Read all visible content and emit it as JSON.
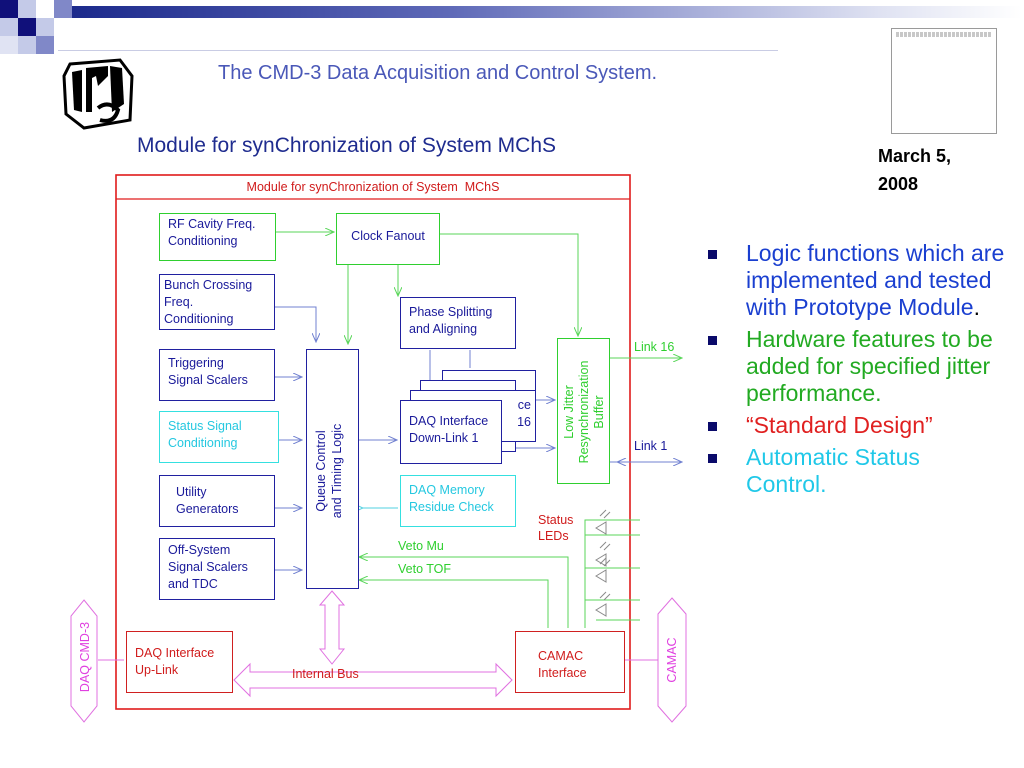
{
  "slide": {
    "title": "The CMD-3 Data Acquisition and Control System.",
    "subtitle": "Module for synChronization of System MChS",
    "date": "March 5, 2008",
    "colors": {
      "accent_navy": "#0a0a6a",
      "title_blue": "#4a58b8",
      "green": "#2fcf2f",
      "red": "#d02020",
      "cyan": "#35e0e0",
      "magenta": "#e040e0"
    }
  },
  "bullets": [
    {
      "text": "Logic functions which are implemented and tested with Prototype Module",
      "suffix": ".",
      "color": "#1a3fd0",
      "suffix_color": "#000000"
    },
    {
      "text": "Hardware features to be added for specified jitter performance.",
      "suffix": "",
      "color": "#22aa22",
      "suffix_color": "#22aa22"
    },
    {
      "text": "“Standard Design”",
      "suffix": "",
      "color": "#e02020",
      "suffix_color": "#e02020"
    },
    {
      "text": "Automatic Status Control.",
      "suffix": "",
      "color": "#20c8e8",
      "suffix_color": "#20c8e8"
    }
  ],
  "diagram": {
    "frame_title": "Module for synChronization of System  MChS",
    "blocks": {
      "rf": "RF Cavity Freq.\nConditioning",
      "clock": "Clock Fanout",
      "bunch": "Bunch Crossing\nFreq.\nConditioning",
      "phase": "Phase Splitting\nand Aligning",
      "trig": "Triggering\nSignal Scalers",
      "status_cond": "Status Signal\nConditioning",
      "utility": "Utility\nGenerators",
      "offsys": "Off-System\nSignal Scalers\nand TDC",
      "queue": "Queue Control\nand Timing Logic",
      "lowjit": "Low Jitter\nResynchronization\nBuffer",
      "daq_back": "ce\n16",
      "daq_front": "DAQ Interface\nDown-Link 1",
      "daq_mem": "DAQ Memory\nResidue Check",
      "daq_up": "DAQ Interface\nUp-Link",
      "camac_if": "CAMAC\nInterface"
    },
    "labels": {
      "link16": "Link 16",
      "link1": "Link 1",
      "status_leds": "Status\nLEDs",
      "veto_mu": "Veto Mu",
      "veto_tof": "Veto TOF",
      "internal_bus": "Internal Bus",
      "daq_cmd3": "DAQ CMD-3",
      "camac": "CAMAC"
    }
  }
}
